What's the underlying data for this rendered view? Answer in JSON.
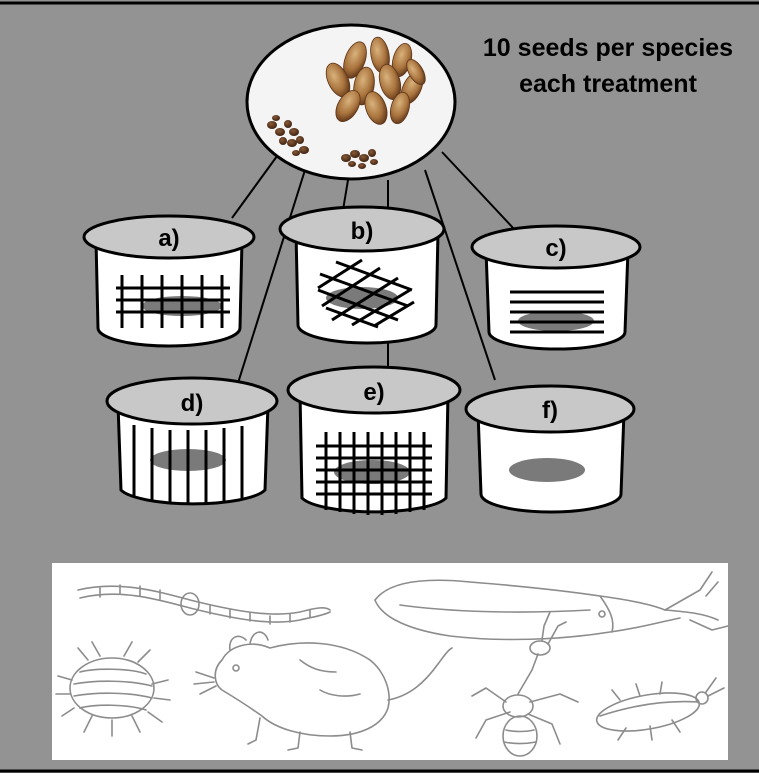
{
  "header": {
    "line1": "10 seeds per species",
    "line2": "each treatment"
  },
  "containers": [
    {
      "id": "a",
      "label": "a)",
      "mesh": "grid"
    },
    {
      "id": "b",
      "label": "b)",
      "mesh": "diagonal"
    },
    {
      "id": "c",
      "label": "c)",
      "mesh": "horizontal"
    },
    {
      "id": "d",
      "label": "d)",
      "mesh": "vertical"
    },
    {
      "id": "e",
      "label": "e)",
      "mesh": "dense-grid"
    },
    {
      "id": "f",
      "label": "f)",
      "mesh": "none"
    }
  ],
  "animals": [
    "earthworm",
    "slug",
    "woodlouse",
    "mouse",
    "ant",
    "beetle"
  ],
  "colors": {
    "background": "#939393",
    "lid": "#c8c8c8",
    "seed_patch": "#7a7a7a",
    "panel": "#ffffff"
  }
}
